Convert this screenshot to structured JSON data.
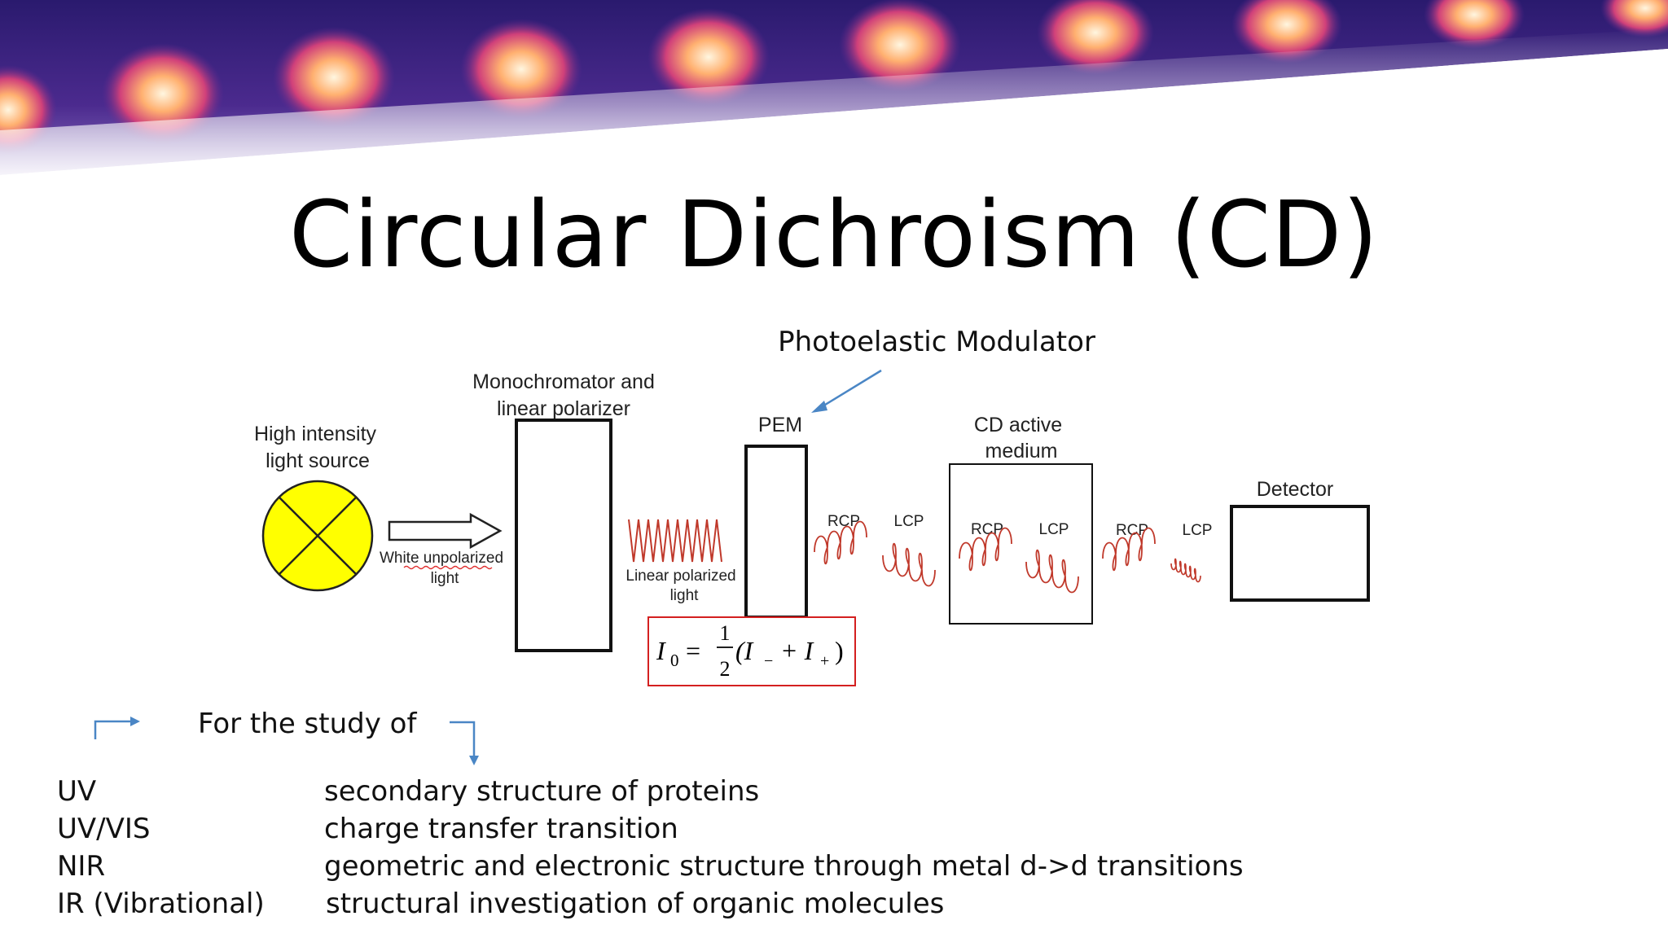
{
  "slide": {
    "title": "Circular Dichroism (CD)"
  },
  "diagram": {
    "annotation": "Photoelastic Modulator",
    "source_label": [
      "High intensity",
      "light source"
    ],
    "white_light_label": [
      "White unpolarized",
      "light"
    ],
    "monochromator_label": [
      "Monochromator and",
      "linear polarizer"
    ],
    "linear_light_label": [
      "Linear polarized",
      "light"
    ],
    "pem_label": "PEM",
    "cd_medium_label": [
      "CD active",
      "medium"
    ],
    "detector_label": "Detector",
    "rcp": "RCP",
    "lcp": "LCP",
    "equation": {
      "lhs": "I",
      "lhs_sub": "0",
      "eq": "=",
      "num": "1",
      "den": "2",
      "rhs": "(I",
      "sub_minus": "−",
      "plus": "+ I",
      "sub_plus": "+",
      "close": ")"
    }
  },
  "study": {
    "label": "For the study of",
    "rows": [
      {
        "region": "UV",
        "use": "secondary structure of proteins"
      },
      {
        "region": "UV/VIS",
        "use": "charge transfer transition"
      },
      {
        "region": "NIR",
        "use": "geometric and electronic structure through metal d->d transitions"
      },
      {
        "region": "IR (Vibrational)",
        "use": "structural investigation of organic molecules"
      }
    ]
  },
  "colors": {
    "source_fill": "#ffff00",
    "arrow_blue": "#4a86c5",
    "wave_red": "#c0392b",
    "equation_border": "#d42020"
  }
}
